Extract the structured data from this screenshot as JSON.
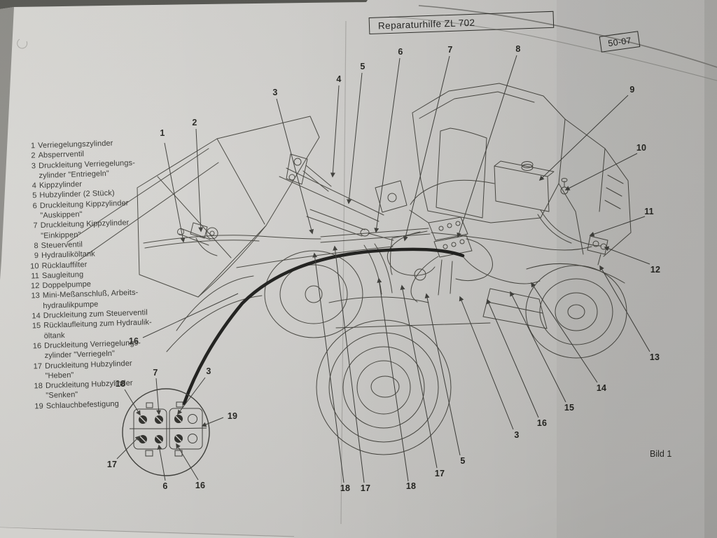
{
  "page": {
    "title": "Reparaturhilfe ZL 702",
    "code": "50-07",
    "caption": "Bild 1"
  },
  "colors": {
    "paper": "#cfcecb",
    "background": "#4e4e4a",
    "ink": "#45443e",
    "text": "#2e2e2a",
    "hose_black": "#1c1c1a"
  },
  "legend": {
    "items": [
      {
        "num": "1",
        "text": "Verriegelungszylinder"
      },
      {
        "num": "2",
        "text": "Absperrventil"
      },
      {
        "num": "3",
        "text": "Druckleitung Verriegelungs-\nzylinder \"Entriegeln\""
      },
      {
        "num": "4",
        "text": "Kippzylinder"
      },
      {
        "num": "5",
        "text": "Hubzylinder (2 Stück)"
      },
      {
        "num": "6",
        "text": "Druckleitung Kippzylinder\n\"Auskippen\""
      },
      {
        "num": "7",
        "text": "Druckleitung Kippzylinder\n\"Einkippen\""
      },
      {
        "num": "8",
        "text": "Steuerventil"
      },
      {
        "num": "9",
        "text": "Hydrauliköltank"
      },
      {
        "num": "10",
        "text": "Rücklauffilter"
      },
      {
        "num": "11",
        "text": "Saugleitung"
      },
      {
        "num": "12",
        "text": "Doppelpumpe"
      },
      {
        "num": "13",
        "text": "Mini-Meßanschluß, Arbeits-\nhydraulikpumpe"
      },
      {
        "num": "14",
        "text": "Druckleitung zum Steuerventil"
      },
      {
        "num": "15",
        "text": "Rücklaufleitung zum Hydraulik-\nöltank"
      },
      {
        "num": "16",
        "text": "Druckleitung Verriegelungs-\nzylinder \"Verriegeln\""
      },
      {
        "num": "17",
        "text": "Druckleitung Hubzylinder\n\"Heben\""
      },
      {
        "num": "18",
        "text": "Druckleitung Hubzylinder\n\"Senken\""
      },
      {
        "num": "19",
        "text": "Schlauchbefestigung"
      }
    ]
  },
  "callouts": [
    {
      "label": "1"
    },
    {
      "label": "2"
    },
    {
      "label": "3"
    },
    {
      "label": "4"
    },
    {
      "label": "5"
    },
    {
      "label": "6"
    },
    {
      "label": "7"
    },
    {
      "label": "8"
    },
    {
      "label": "9"
    },
    {
      "label": "10"
    },
    {
      "label": "11"
    },
    {
      "label": "12"
    },
    {
      "label": "13"
    },
    {
      "label": "14"
    },
    {
      "label": "15"
    },
    {
      "label": "16"
    },
    {
      "label": "3"
    },
    {
      "label": "5"
    },
    {
      "label": "17"
    },
    {
      "label": "18"
    },
    {
      "label": "17"
    },
    {
      "label": "18"
    },
    {
      "label": "16"
    },
    {
      "label": "18"
    },
    {
      "label": "7"
    },
    {
      "label": "3"
    },
    {
      "label": "19"
    },
    {
      "label": "17"
    },
    {
      "label": "6"
    },
    {
      "label": "16"
    }
  ]
}
